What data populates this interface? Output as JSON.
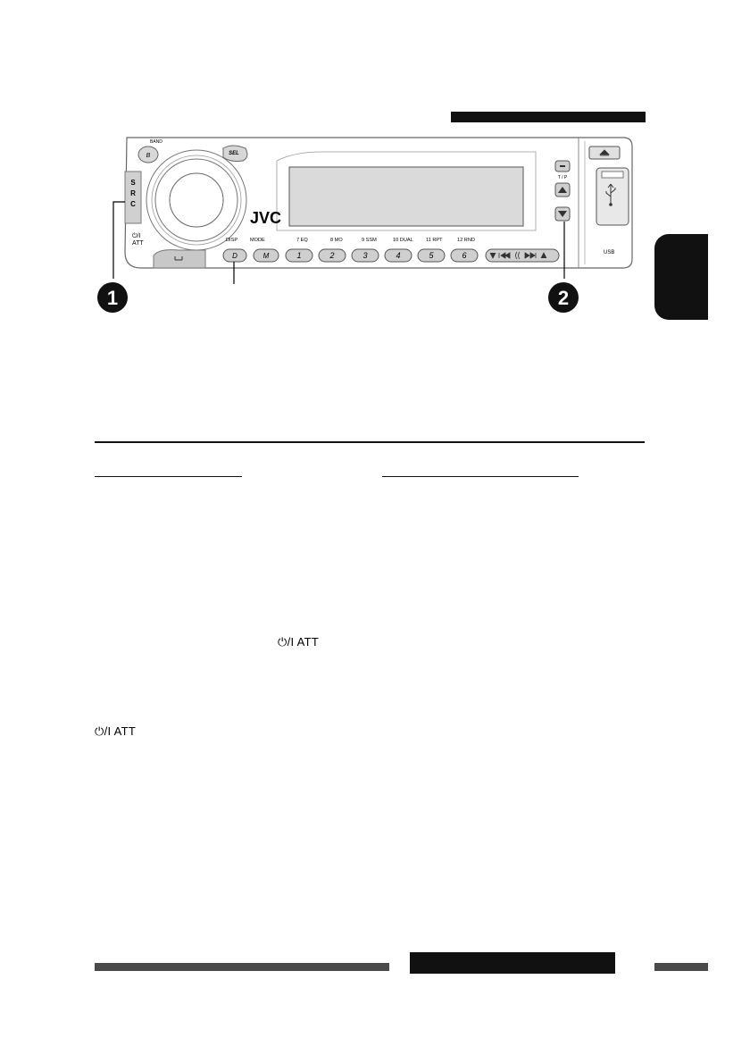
{
  "header": {
    "title_bar_color": "#111111"
  },
  "panel": {
    "brand": "JVC",
    "band_label": "BAND",
    "sel_label": "SEL",
    "src_letters": [
      "S",
      "R",
      "C"
    ],
    "power_label": "⏻/I",
    "att_label": "ATT",
    "usb_label": "USB",
    "tp_label": "T / P",
    "d_label": "D",
    "m_label": "M",
    "button_captions": [
      {
        "top": "DISP"
      },
      {
        "top": "MODE"
      },
      {
        "top": "7  EQ"
      },
      {
        "top": "8  MO"
      },
      {
        "top": "9  SSM"
      },
      {
        "top": "10  DUAL"
      },
      {
        "top": "11  RPT"
      },
      {
        "top": "12  RND"
      }
    ],
    "number_buttons": [
      "1",
      "2",
      "3",
      "4",
      "5",
      "6"
    ],
    "callouts": [
      "1",
      "2"
    ]
  },
  "body": {
    "power_att_inline": "⏻/I ATT",
    "power_att_left": "⏻/I ATT"
  }
}
